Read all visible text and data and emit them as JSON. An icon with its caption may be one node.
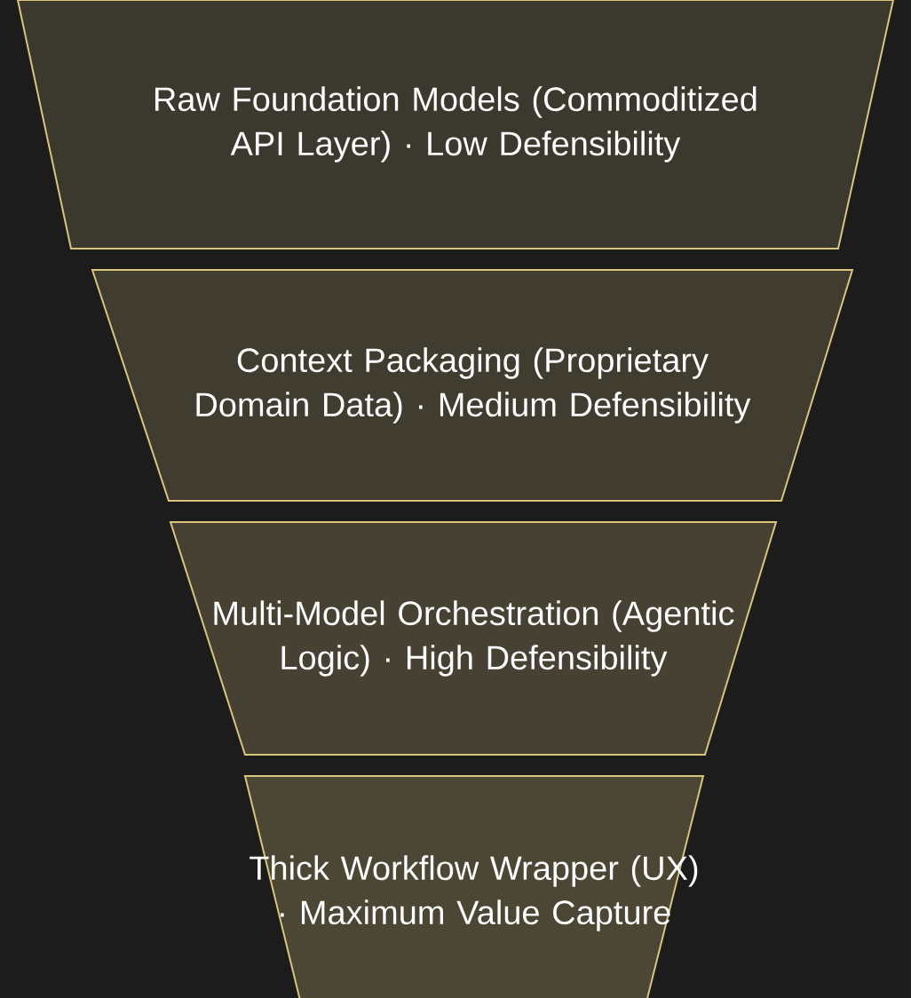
{
  "diagram": {
    "nodes": [
      {
        "text": [
          "Raw Foundation Models (Commoditized API Layer) · Low Defensibility"
        ]
      },
      {
        "text": [
          "Context Packaging (Proprietary Domain Data) · Medium Defensibility"
        ]
      },
      {
        "text": [
          "Multi-Model Orchestration (Agentic Logic) · High Defensibility"
        ]
      },
      {
        "text": [
          "Thick Workflow Wrapper (UX) · Maximum Value Capture"
        ]
      }
    ]
  }
}
